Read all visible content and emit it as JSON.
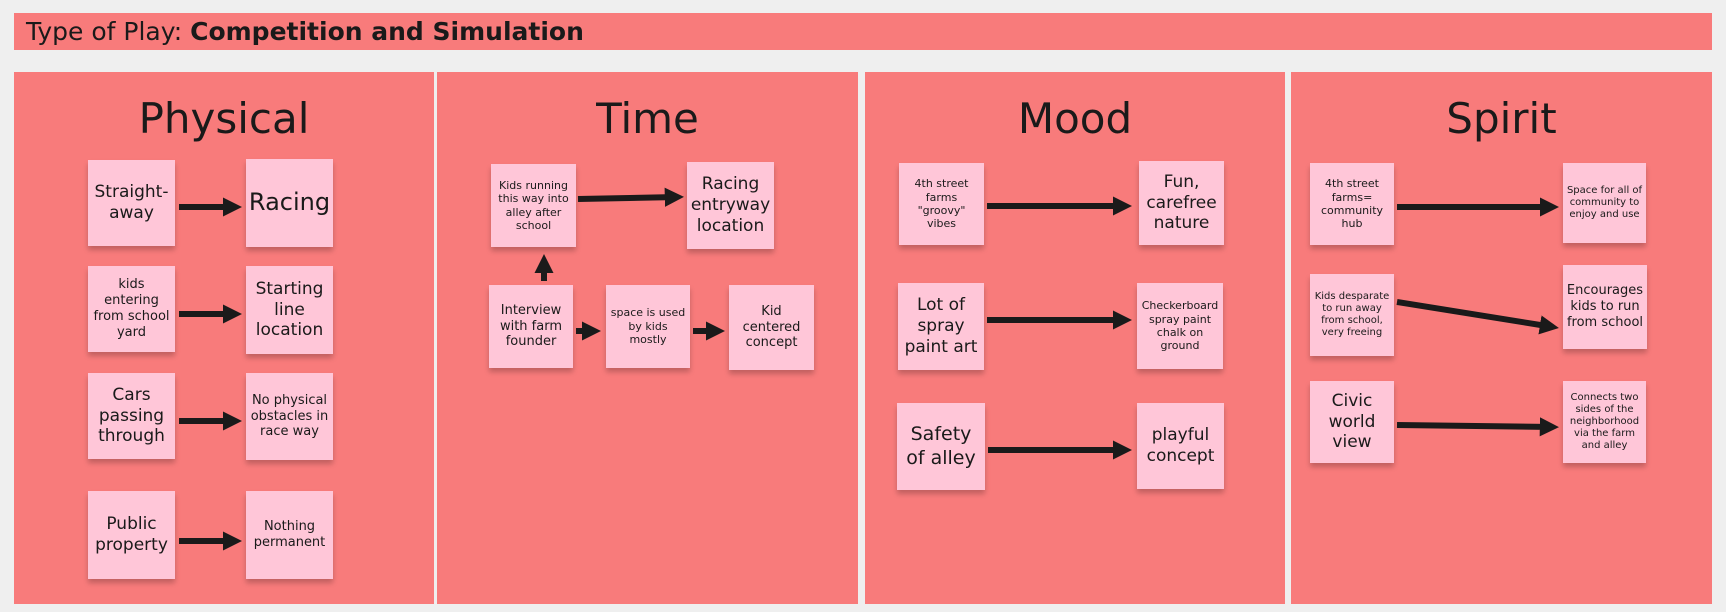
{
  "header": {
    "prefix": "Type of Play: ",
    "title": "Competition and Simulation"
  },
  "boards": {
    "physical": {
      "title": "Physical",
      "notes": [
        "Straight-away",
        "Racing",
        "kids entering from school yard",
        "Starting line location",
        "Cars passing through",
        "No physical obstacles in race way",
        "Public property",
        "Nothing permanent"
      ]
    },
    "time": {
      "title": "Time",
      "notes": [
        "Kids running this way into alley after school",
        "Racing entryway location",
        "Interview with farm founder",
        "space is used by kids mostly",
        "Kid centered concept"
      ]
    },
    "mood": {
      "title": "Mood",
      "notes": [
        "4th street farms \"groovy\" vibes",
        "Fun, carefree nature",
        "Lot of spray paint art",
        "Checkerboard spray paint chalk on ground",
        "Safety of alley",
        "playful concept"
      ]
    },
    "spirit": {
      "title": "Spirit",
      "notes": [
        "4th street farms= community hub",
        "Space for all of community to enjoy and use",
        "Kids desparate to run away from school, very freeing",
        "Encourages kids to run from school",
        "Civic world view",
        "Connects two sides of the neighborhood via the farm and alley"
      ]
    }
  }
}
